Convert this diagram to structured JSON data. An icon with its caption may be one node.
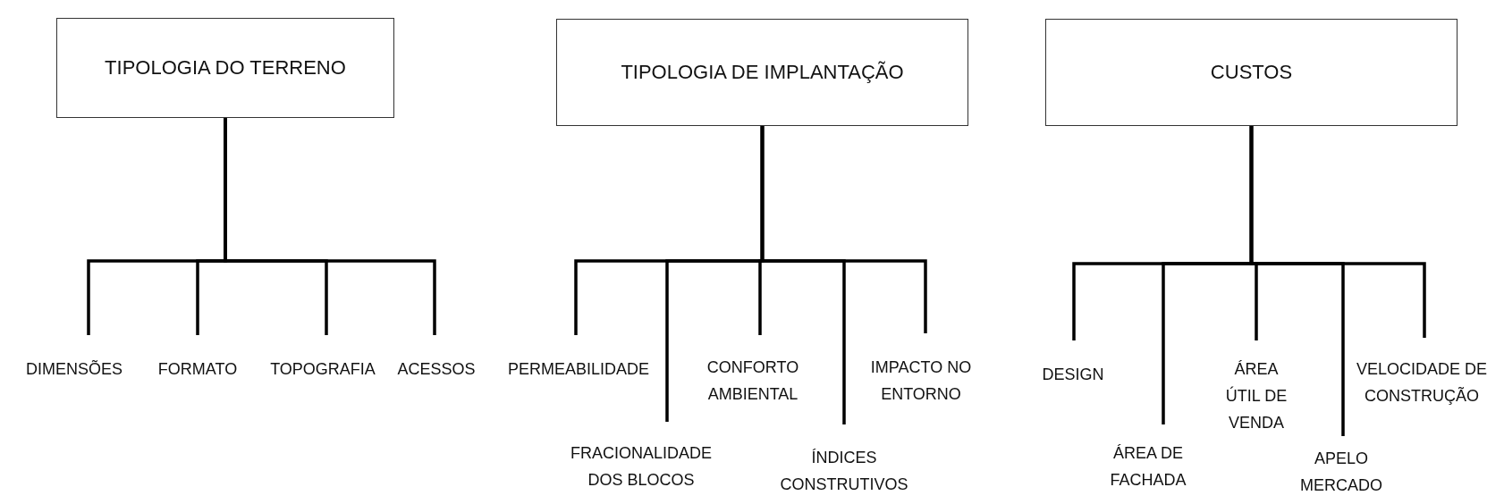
{
  "diagram": {
    "nodes": [
      {
        "text": [
          "TIPOLOGIA DO TERRENO"
        ]
      },
      {
        "text": [
          "DIMENSÕES"
        ]
      },
      {
        "text": [
          "FORMATO"
        ]
      },
      {
        "text": [
          "TOPOGRAFIA"
        ]
      },
      {
        "text": [
          "ACESSOS"
        ]
      },
      {
        "text": [
          "TIPOLOGIA DE IMPLANTAÇÃO"
        ]
      },
      {
        "text": [
          "PERMEABILIDADE"
        ]
      },
      {
        "text": [
          "FRACIONALIDADE DOS BLOCOS"
        ]
      },
      {
        "text": [
          "CONFORTO AMBIENTAL"
        ]
      },
      {
        "text": [
          "ÍNDICES CONSTRUTIVOS"
        ]
      },
      {
        "text": [
          "IMPACTO NO ENTORNO"
        ]
      },
      {
        "text": [
          "CUSTOS"
        ]
      },
      {
        "text": [
          "DESIGN"
        ]
      },
      {
        "text": [
          "ÁREA DE FACHADA"
        ]
      },
      {
        "text": [
          "ÁREA ÚTIL DE VENDA"
        ]
      },
      {
        "text": [
          "APELO MERCADO"
        ]
      },
      {
        "text": [
          "VELOCIDADE DE CONSTRUÇÃO"
        ]
      }
    ],
    "edges": [
      {
        "from": 0,
        "to": 1,
        "arrow": "none"
      },
      {
        "from": 0,
        "to": 2,
        "arrow": "none"
      },
      {
        "from": 0,
        "to": 3,
        "arrow": "none"
      },
      {
        "from": 0,
        "to": 4,
        "arrow": "none"
      },
      {
        "from": 5,
        "to": 6,
        "arrow": "none"
      },
      {
        "from": 5,
        "to": 7,
        "arrow": "none"
      },
      {
        "from": 5,
        "to": 8,
        "arrow": "none"
      },
      {
        "from": 5,
        "to": 9,
        "arrow": "none"
      },
      {
        "from": 5,
        "to": 10,
        "arrow": "none"
      },
      {
        "from": 11,
        "to": 12,
        "arrow": "none"
      },
      {
        "from": 11,
        "to": 13,
        "arrow": "none"
      },
      {
        "from": 11,
        "to": 14,
        "arrow": "none"
      },
      {
        "from": 11,
        "to": 15,
        "arrow": "none"
      },
      {
        "from": 11,
        "to": 16,
        "arrow": "none"
      }
    ]
  }
}
